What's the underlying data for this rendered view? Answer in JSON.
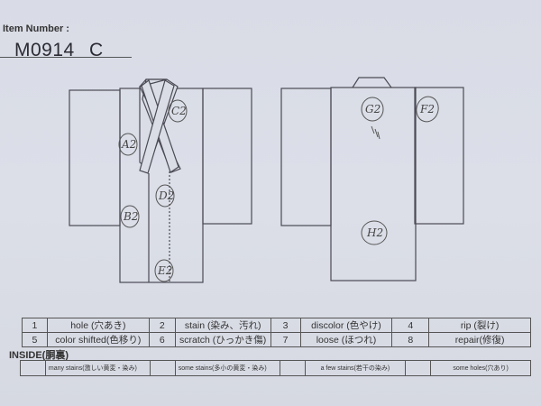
{
  "header": {
    "item_number_label": "Item Number :",
    "item_number_value": "M0914  C"
  },
  "diagram": {
    "front_marks": [
      {
        "id": "A2",
        "label": "A2"
      },
      {
        "id": "B2",
        "label": "B2"
      },
      {
        "id": "C2",
        "label": "C2"
      },
      {
        "id": "D2",
        "label": "D2"
      },
      {
        "id": "E2",
        "label": "E2"
      }
    ],
    "back_marks": [
      {
        "id": "G2",
        "label": "G2"
      },
      {
        "id": "F2",
        "label": "F2"
      },
      {
        "id": "H2",
        "label": "H2"
      }
    ],
    "line_color": "#4a4a55",
    "mark_color": "#444444"
  },
  "legend": {
    "rows": [
      [
        {
          "num": "1",
          "label": "hole (穴あき)"
        },
        {
          "num": "2",
          "label": "stain (染み、汚れ)"
        },
        {
          "num": "3",
          "label": "discolor (色やけ)"
        },
        {
          "num": "4",
          "label": "rip (裂け)"
        }
      ],
      [
        {
          "num": "5",
          "label": "color shifted(色移り)"
        },
        {
          "num": "6",
          "label": "scratch (ひっかき傷)"
        },
        {
          "num": "7",
          "label": "loose (ほつれ)"
        },
        {
          "num": "8",
          "label": "repair(修復)"
        }
      ]
    ]
  },
  "inside": {
    "title": "INSIDE(胴裏)",
    "options": [
      {
        "checked": "",
        "label": "many stains(激しい黄変・染み)"
      },
      {
        "checked": "",
        "label": "some stains(多小の黄変・染み)"
      },
      {
        "checked": "",
        "label": "a few stains(若干の染み)"
      },
      {
        "checked": "",
        "label": "some holes(穴あり)"
      }
    ]
  }
}
